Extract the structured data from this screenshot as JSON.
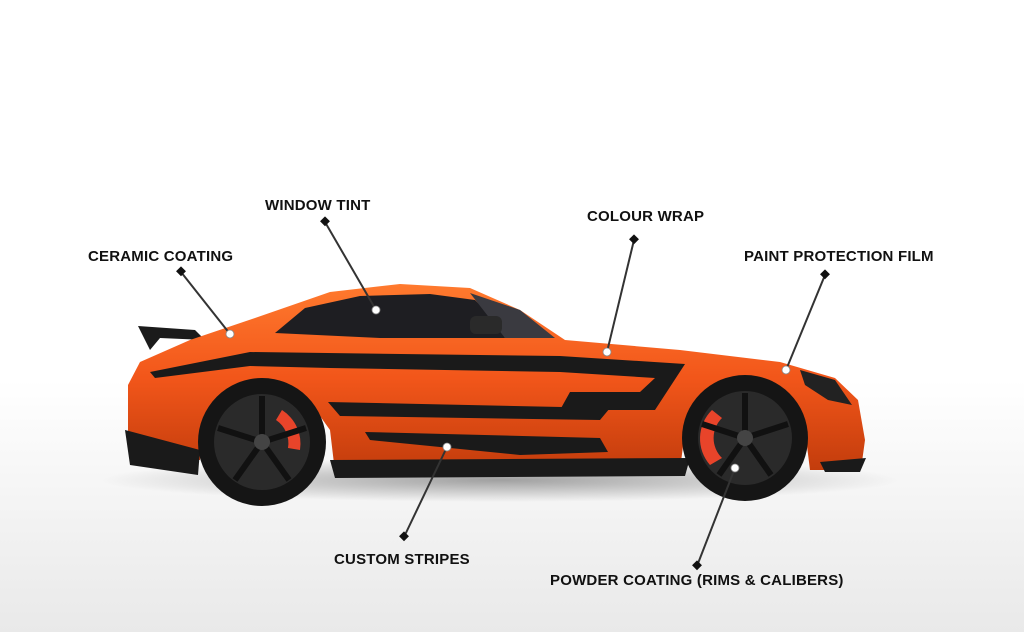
{
  "labels": {
    "ceramic_coating": "CERAMIC COATING",
    "window_tint": "WINDOW TINT",
    "colour_wrap": "COLOUR WRAP",
    "paint_protection_film": "PAINT PROTECTION FILM",
    "custom_stripes": "CUSTOM STRIPES",
    "powder_coating": "POWDER COATING (RIMS & CALIBERS)"
  },
  "colors": {
    "body": "#f2561a",
    "stripe": "#1a1a1a",
    "caliper": "#e8442a"
  }
}
